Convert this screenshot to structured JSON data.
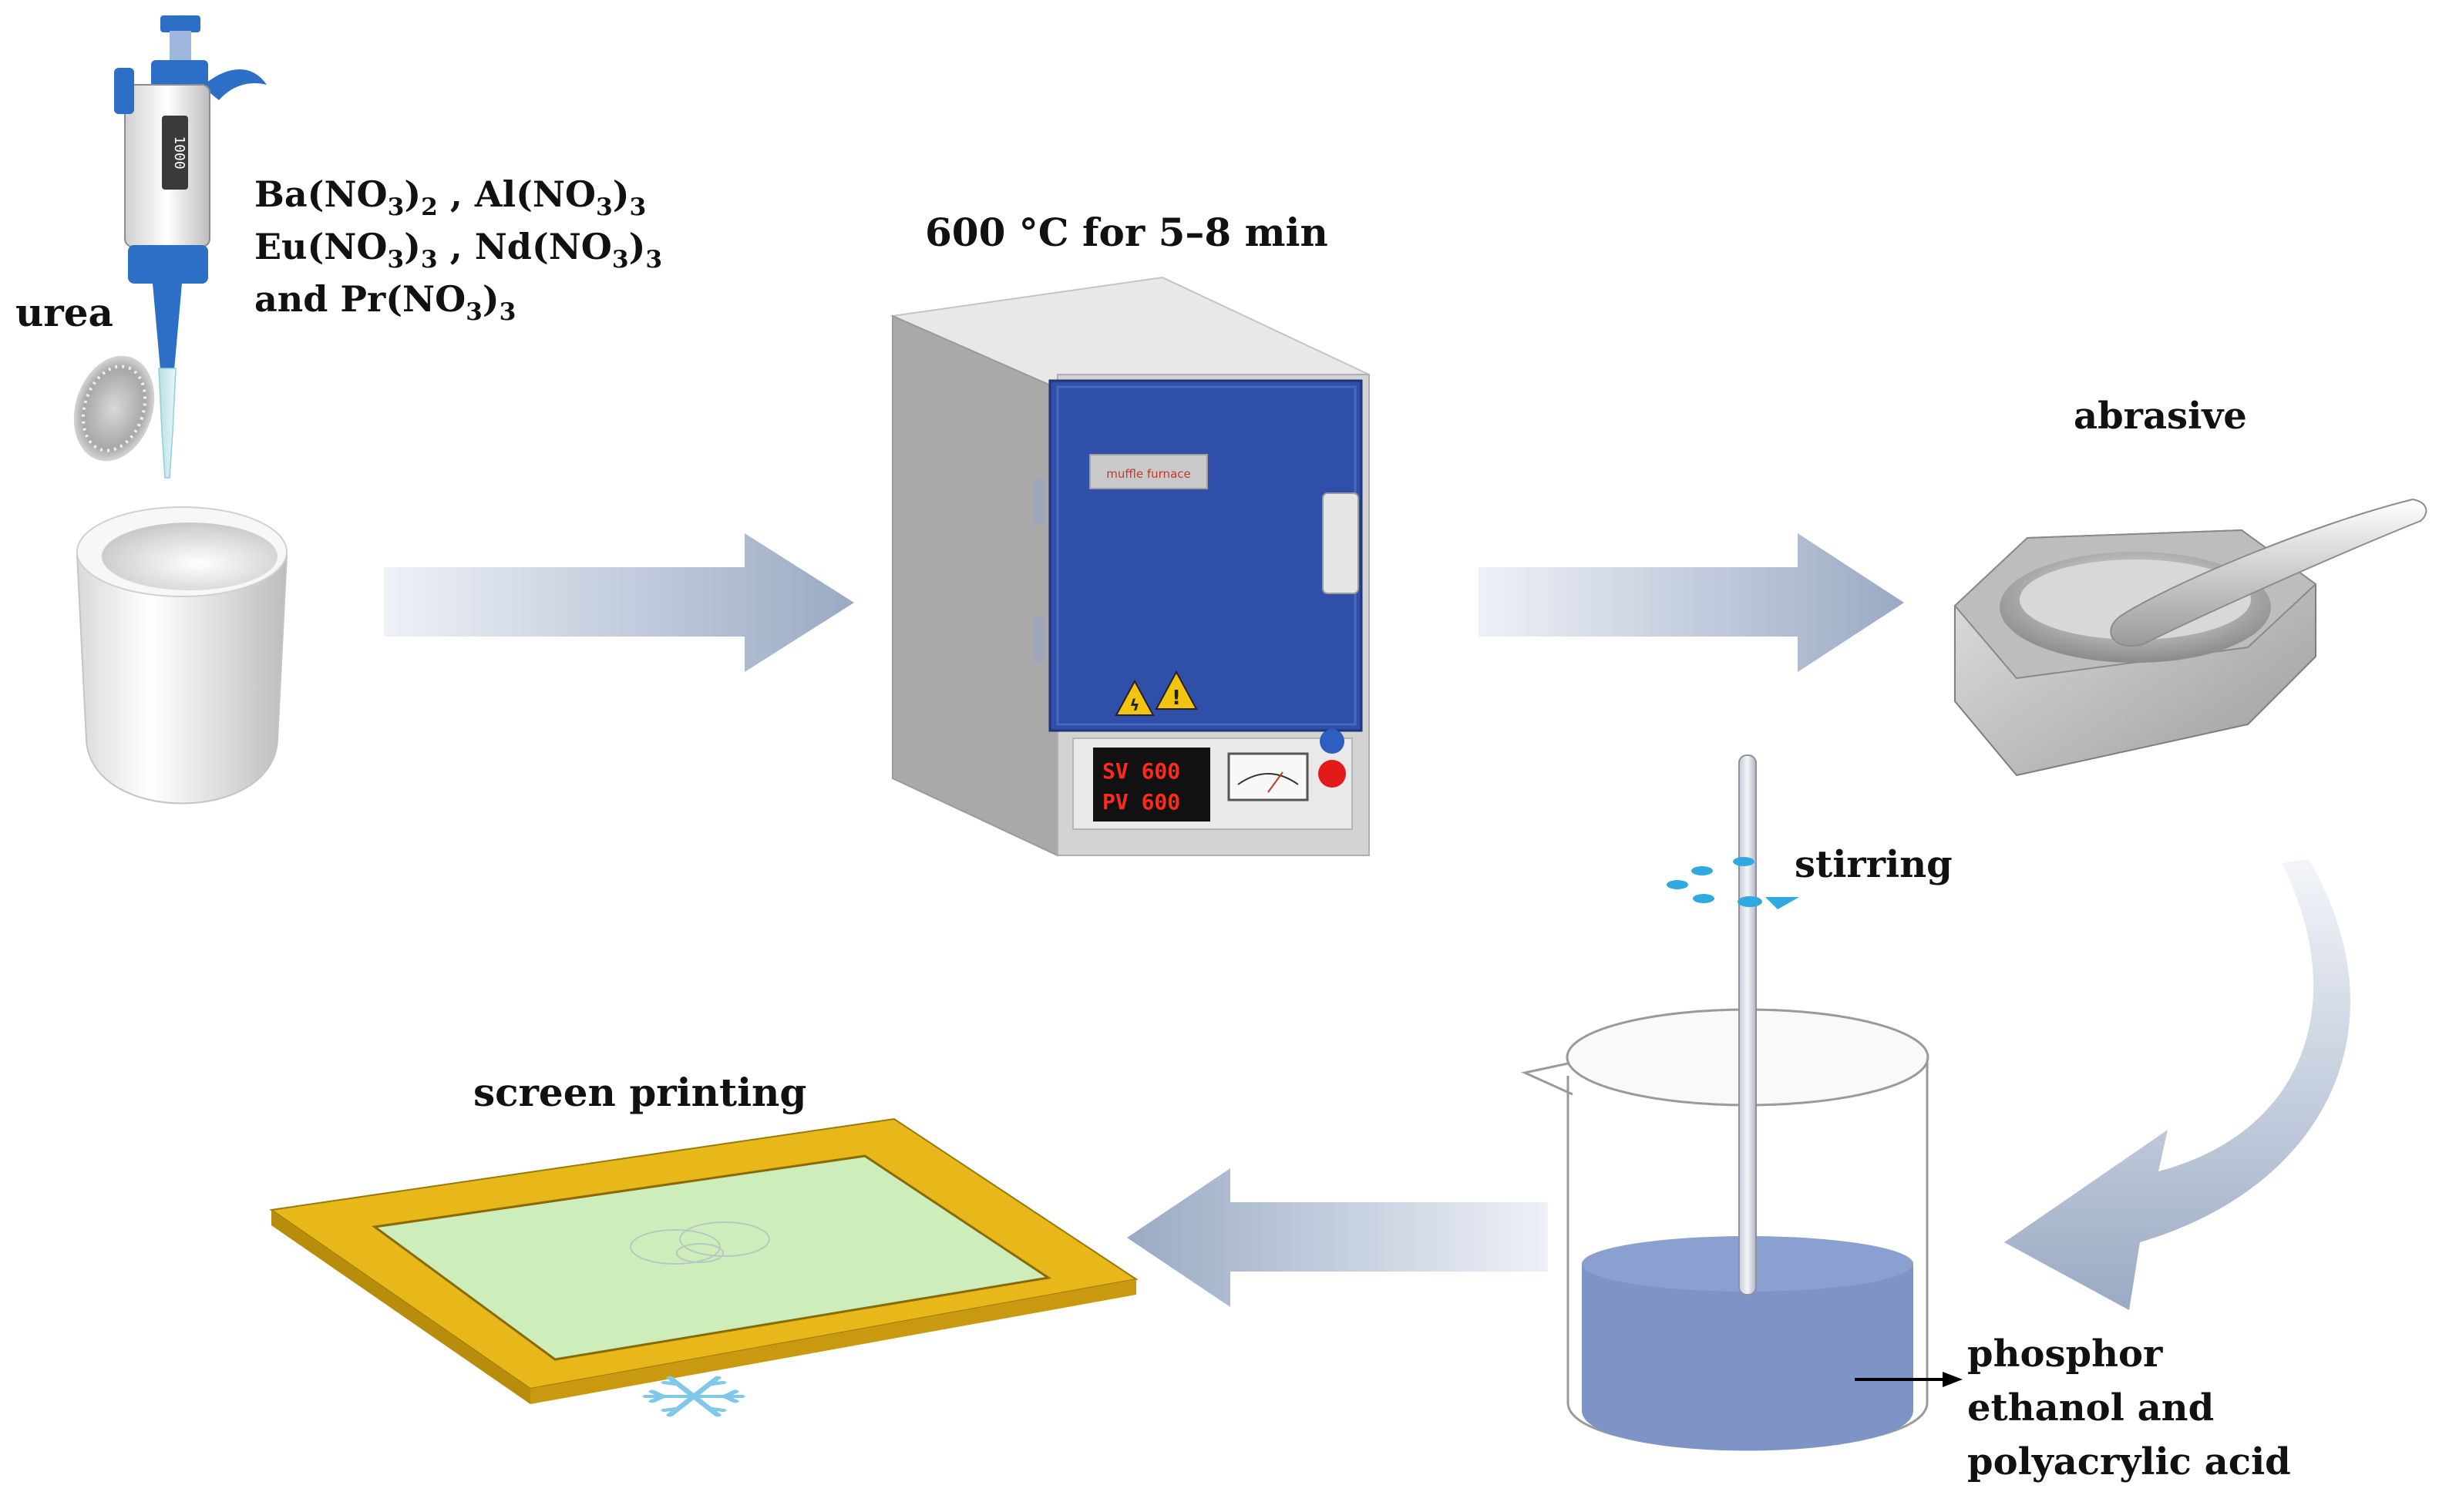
{
  "reagents": {
    "urea": "urea",
    "nitrates": [
      [
        {
          "t": "Ba(NO"
        },
        {
          "s": "3"
        },
        {
          "t": ")"
        },
        {
          "s": "2"
        },
        {
          "t": " , Al(NO"
        },
        {
          "s": "3"
        },
        {
          "t": ")"
        },
        {
          "s": "3"
        }
      ],
      [
        {
          "t": "Eu(NO"
        },
        {
          "s": "3"
        },
        {
          "t": ")"
        },
        {
          "s": "3"
        },
        {
          "t": " , Nd(NO"
        },
        {
          "s": "3"
        },
        {
          "t": ")"
        },
        {
          "s": "3"
        }
      ],
      [
        {
          "t": "and Pr(NO"
        },
        {
          "s": "3"
        },
        {
          "t": ")"
        },
        {
          "s": "3"
        }
      ]
    ],
    "pipette_display": "1000"
  },
  "furnace": {
    "condition": "600 °C for 5–8 min",
    "nameplate": "muffle furnace",
    "sv_label": "SV",
    "sv_value": "600",
    "pv_label": "PV",
    "pv_value": "600"
  },
  "grinding": {
    "label": "abrasive"
  },
  "mixing": {
    "stirring_label": "stirring",
    "contents": [
      "phosphor",
      "ethanol and",
      "polyacrylic acid"
    ]
  },
  "printing": {
    "label": "screen printing"
  },
  "colors": {
    "arrow": "#9aaac4",
    "furnace_blue": "#2f4fa8",
    "liquid": "#7e93c6",
    "frame_gold": "#e8b81a",
    "screen_green": "#cdeebb",
    "snowflake": "#7ec8ea",
    "display_red": "#ff2a1a"
  }
}
